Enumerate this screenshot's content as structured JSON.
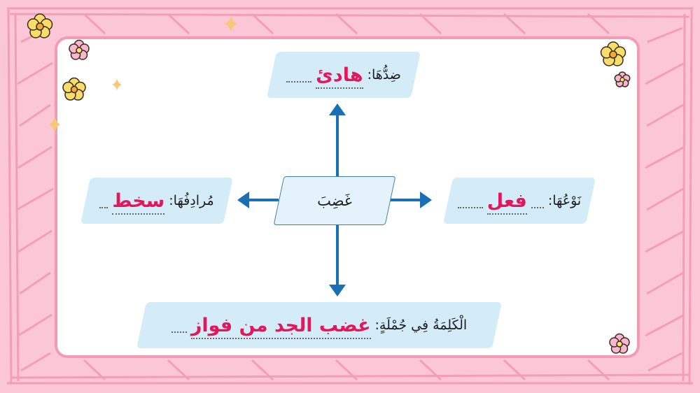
{
  "center_word": "غَضِبَ",
  "top": {
    "label": "ضِدُّهَا:",
    "answer": "هادئ"
  },
  "left": {
    "label": "مُرادِفُهَا:",
    "answer": "سخط"
  },
  "right": {
    "label": "نَوْعُهَا:",
    "answer": "فعل"
  },
  "bottom": {
    "label": "الْكَلِمَةُ فِي جُمْلَةٍ:",
    "answer": "غضب الجد من فواز"
  },
  "colors": {
    "frame": "#fbc7d6",
    "frame_stroke": "#f49ab3",
    "box_fill": "#d4ebf8",
    "answer": "#e0195b",
    "arrow": "#1a6fb5"
  },
  "icons": [
    "flower-icon",
    "sparkle-icon"
  ]
}
